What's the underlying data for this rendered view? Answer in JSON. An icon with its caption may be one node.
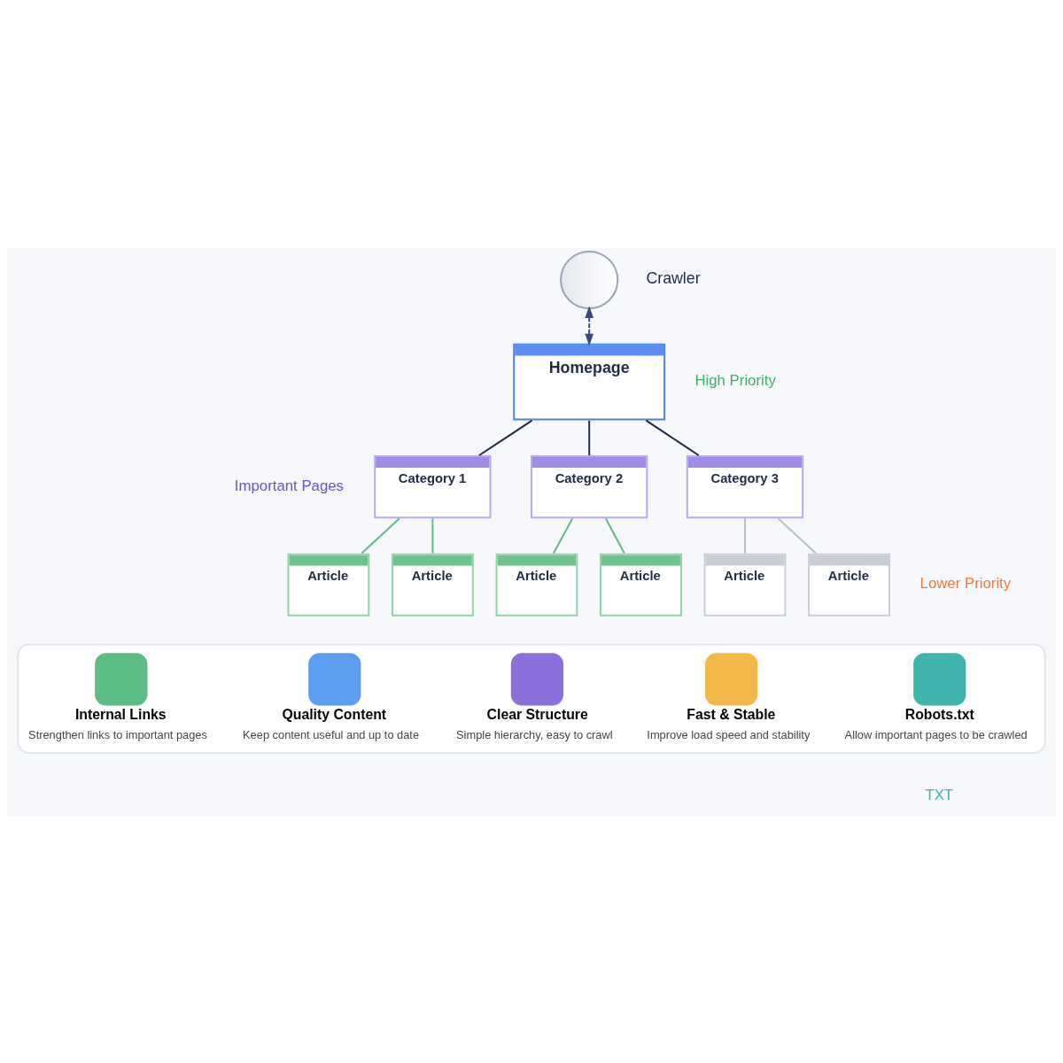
{
  "diagram": {
    "nodes": [
      {
        "text": [],
        "shape": "robot",
        "beside": [
          "Crawler"
        ]
      },
      {
        "text": [
          "Homepage"
        ]
      },
      {
        "text": [
          "Category 1"
        ]
      },
      {
        "text": [
          "Category 2"
        ]
      },
      {
        "text": [
          "Category 3"
        ]
      },
      {
        "text": [
          "Article"
        ]
      },
      {
        "text": [
          "Article"
        ]
      },
      {
        "text": [
          "Article"
        ]
      },
      {
        "text": [
          "Article"
        ]
      },
      {
        "text": [
          "Article"
        ]
      },
      {
        "text": [
          "Article"
        ]
      },
      {
        "text": [],
        "shape": "box"
      },
      {
        "text": [
          "Internal Links",
          "Strengthen links to important pages"
        ],
        "in": 11
      },
      {
        "text": [
          "Quality Content",
          "Keep content useful and up to date"
        ],
        "in": 11
      },
      {
        "text": [
          "Clear Structure",
          "Simple hierarchy, easy to crawl"
        ],
        "in": 11
      },
      {
        "text": [
          "Fast & Stable",
          "Improve load speed and stability"
        ],
        "in": 11
      },
      {
        "text": [
          "Robots.txt",
          "Allow important pages to be crawled"
        ],
        "in": 11
      }
    ],
    "edges": [
      {
        "from": 0,
        "to": 1,
        "arrow": "both",
        "style": "dashed",
        "color": "#3b4a7a"
      },
      {
        "from": 1,
        "to": 2,
        "arrow": "none",
        "color": "#1f2a44"
      },
      {
        "from": 1,
        "to": 3,
        "arrow": "none",
        "color": "#1f2a44"
      },
      {
        "from": 1,
        "to": 4,
        "arrow": "none",
        "color": "#1f2a44"
      },
      {
        "from": 2,
        "to": 5,
        "arrow": "none"
      },
      {
        "from": 2,
        "to": 6,
        "arrow": "none"
      },
      {
        "from": 3,
        "to": 7,
        "arrow": "none"
      },
      {
        "from": 3,
        "to": 8,
        "arrow": "none"
      },
      {
        "from": 4,
        "to": 9,
        "arrow": "none",
        "color": "#b8bec8"
      },
      {
        "from": 4,
        "to": 10,
        "arrow": "none",
        "color": "#b8bec8"
      }
    ],
    "labels": [
      "High Priority",
      "Important Pages",
      "Lower Priority",
      "TXT"
    ]
  }
}
